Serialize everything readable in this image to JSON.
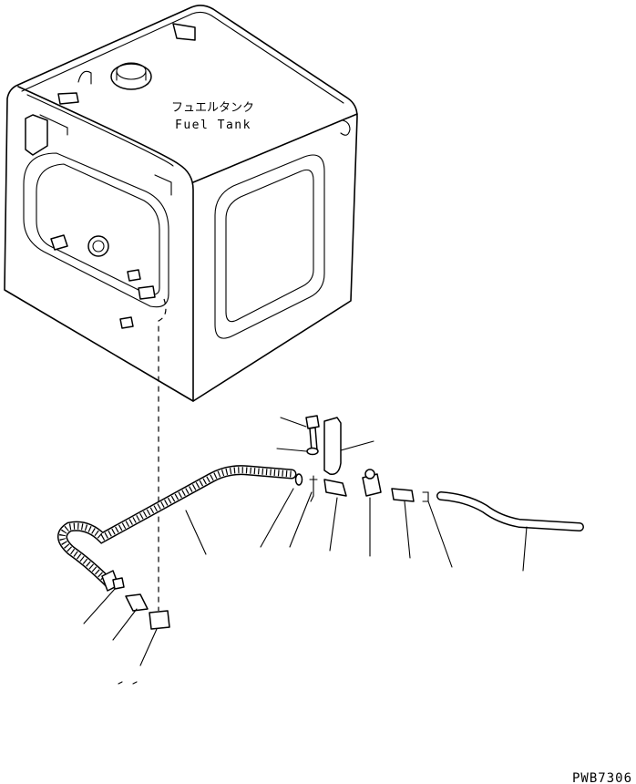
{
  "tank": {
    "label_jp": "フュエルタンク",
    "label_en": "Fuel Tank"
  },
  "drawing_number": "PWB7306"
}
